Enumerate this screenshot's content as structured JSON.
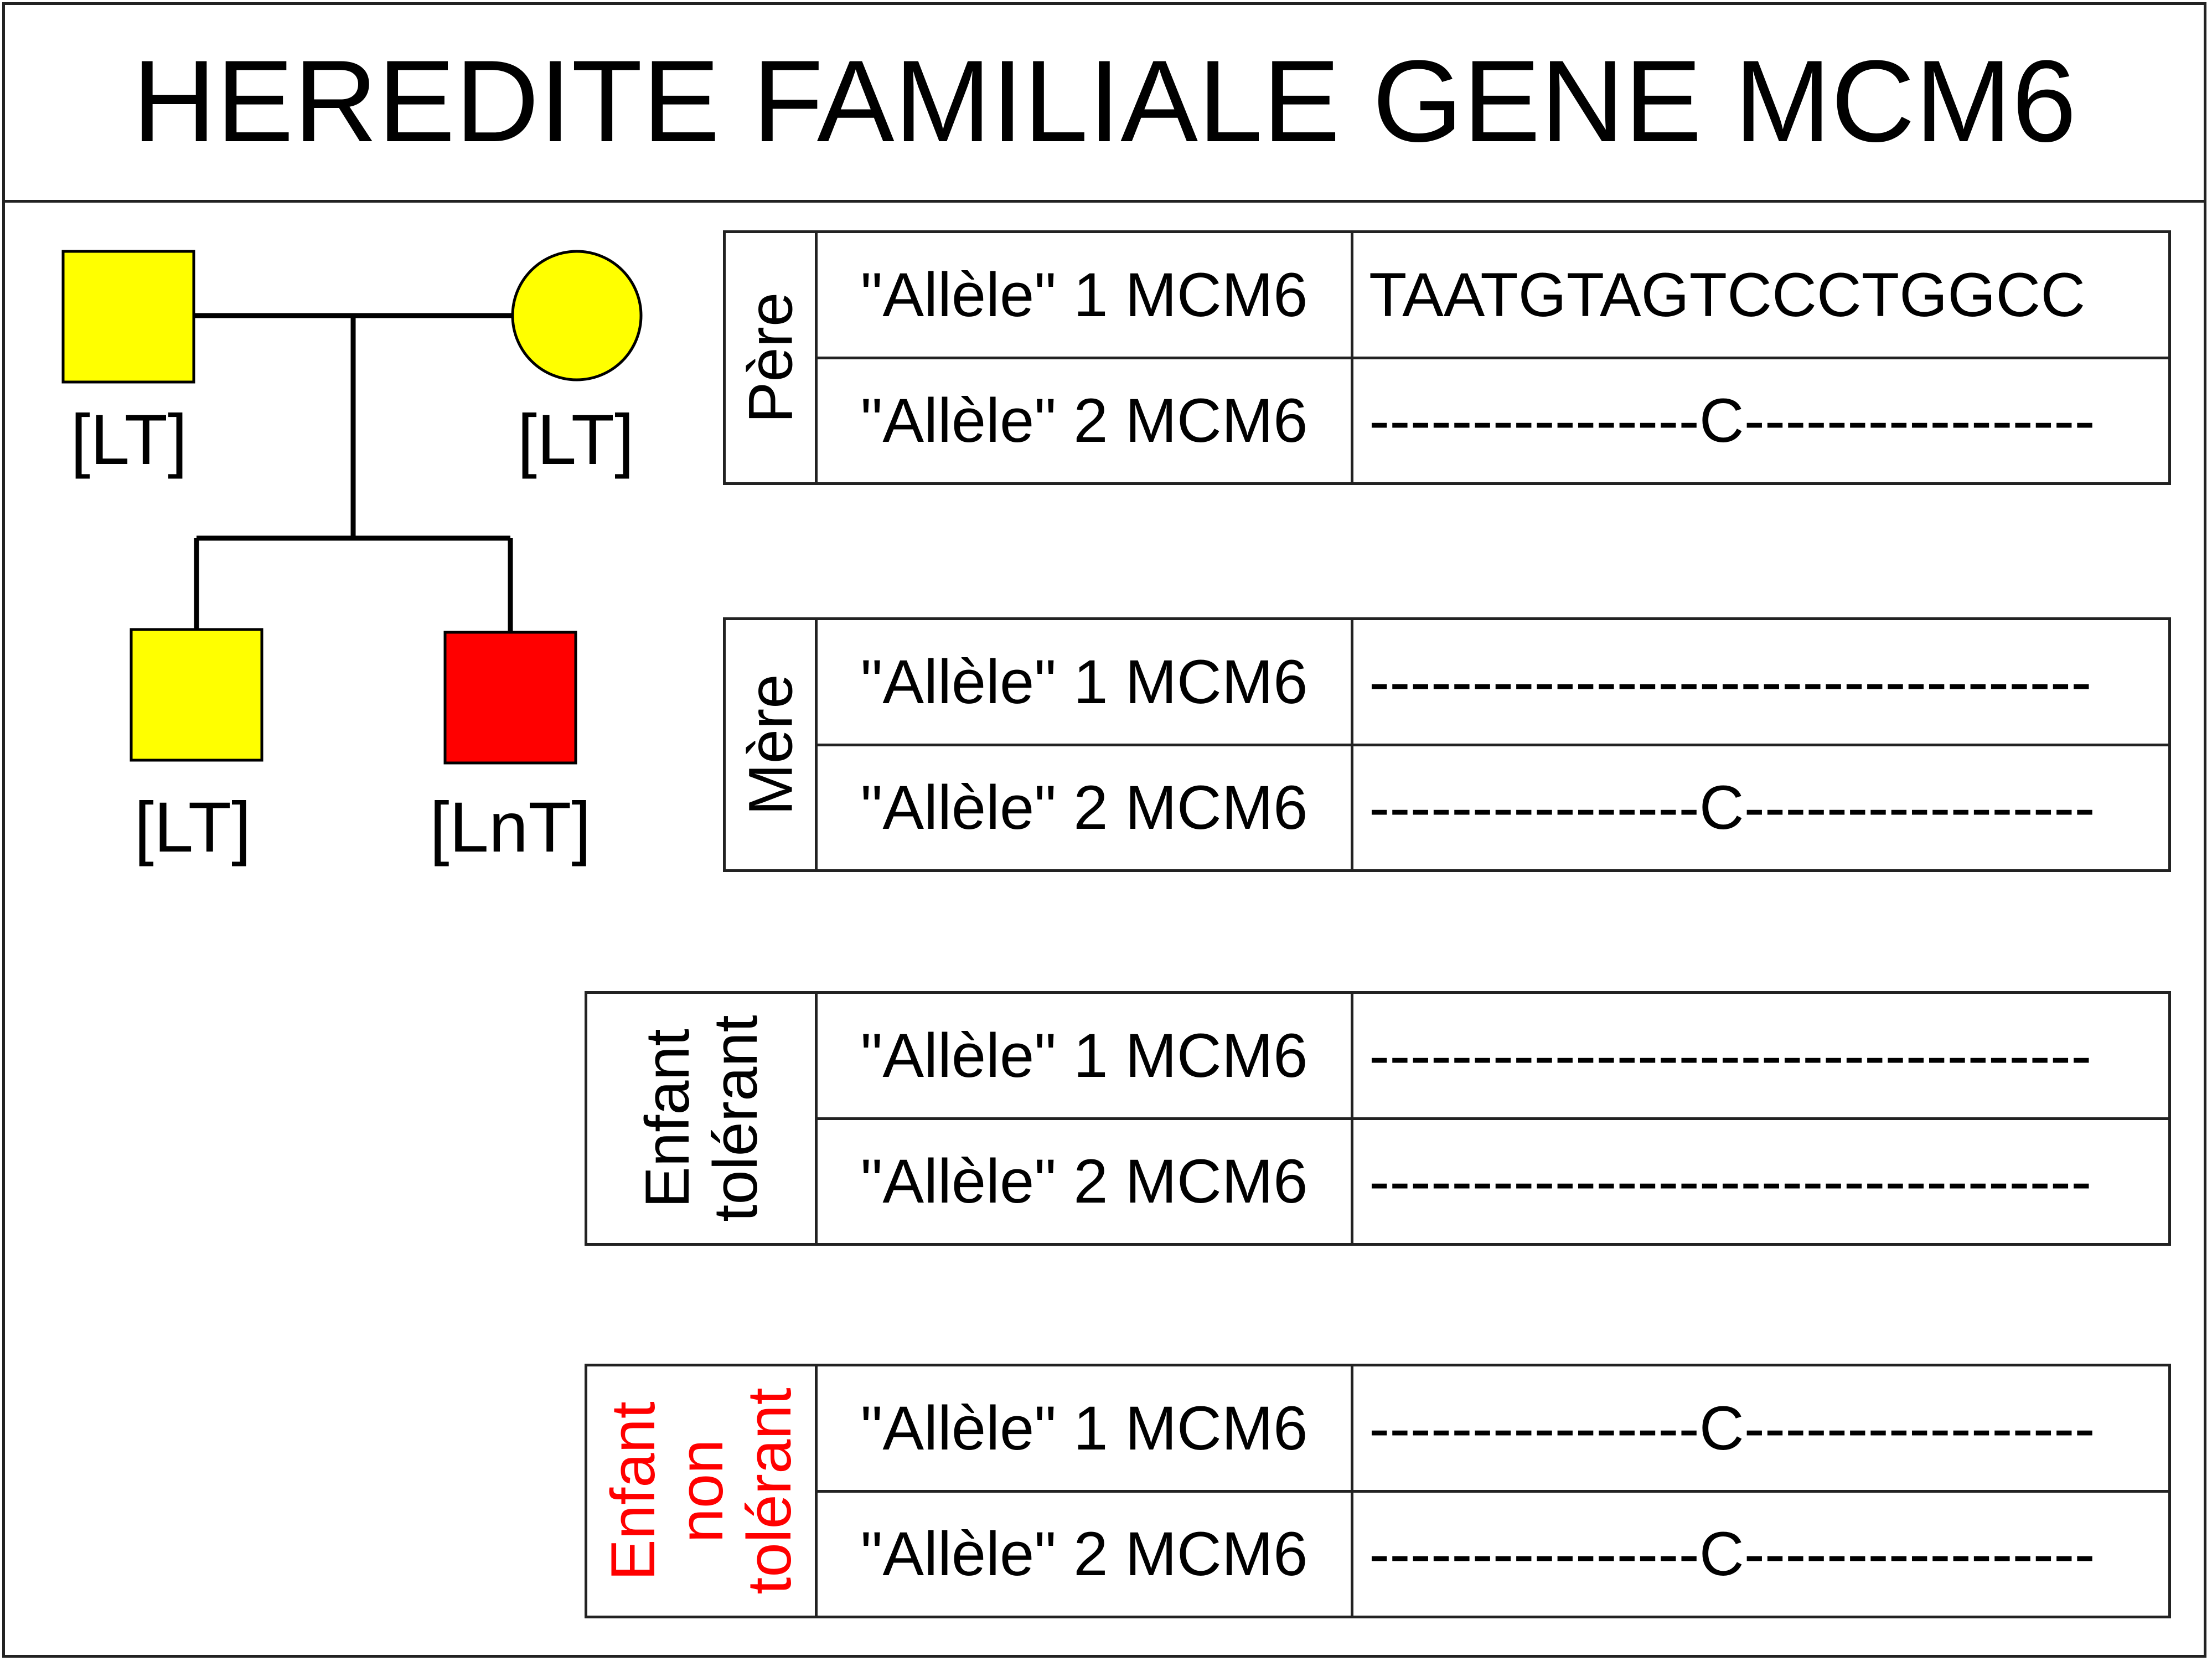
{
  "title": "HEREDITE FAMILIALE GENE MCM6",
  "colors": {
    "tolerant": "#ffff00",
    "non_tolerant": "#ff0000",
    "line": "#000000",
    "border": "#222222",
    "red_text": "#ff0000"
  },
  "pedigree": {
    "father": {
      "shape": "square",
      "phenotype": "tolerant",
      "label": "[LT]"
    },
    "mother": {
      "shape": "circle",
      "phenotype": "tolerant",
      "label": "[LT]"
    },
    "child1": {
      "shape": "square",
      "phenotype": "tolerant",
      "label": "[LT]"
    },
    "child2": {
      "shape": "square",
      "phenotype": "non_tolerant",
      "label": "[LnT]"
    }
  },
  "tables": {
    "pere": {
      "side_lines": [
        "Père"
      ],
      "rows": [
        {
          "name": "\"Allèle\" 1 MCM6",
          "seq": "TAATGTAGTCCCTGGCC"
        },
        {
          "name": "\"Allèle\" 2 MCM6",
          "seq": "----------------C-----------------"
        }
      ]
    },
    "mere": {
      "side_lines": [
        "Mère"
      ],
      "rows": [
        {
          "name": "\"Allèle\" 1 MCM6",
          "seq": "-----------------------------------"
        },
        {
          "name": "\"Allèle\" 2 MCM6",
          "seq": "----------------C-----------------"
        }
      ]
    },
    "enfant_tolerant": {
      "side_lines": [
        "Enfant",
        "tolérant"
      ],
      "rows": [
        {
          "name": "\"Allèle\" 1 MCM6",
          "seq": "-----------------------------------"
        },
        {
          "name": "\"Allèle\" 2 MCM6",
          "seq": "-----------------------------------"
        }
      ]
    },
    "enfant_non_tolerant": {
      "side_lines": [
        "Enfant",
        "non",
        "tolérant"
      ],
      "rows": [
        {
          "name": "\"Allèle\" 1 MCM6",
          "seq": "----------------C-----------------"
        },
        {
          "name": "\"Allèle\" 2 MCM6",
          "seq": "----------------C-----------------"
        }
      ]
    }
  }
}
